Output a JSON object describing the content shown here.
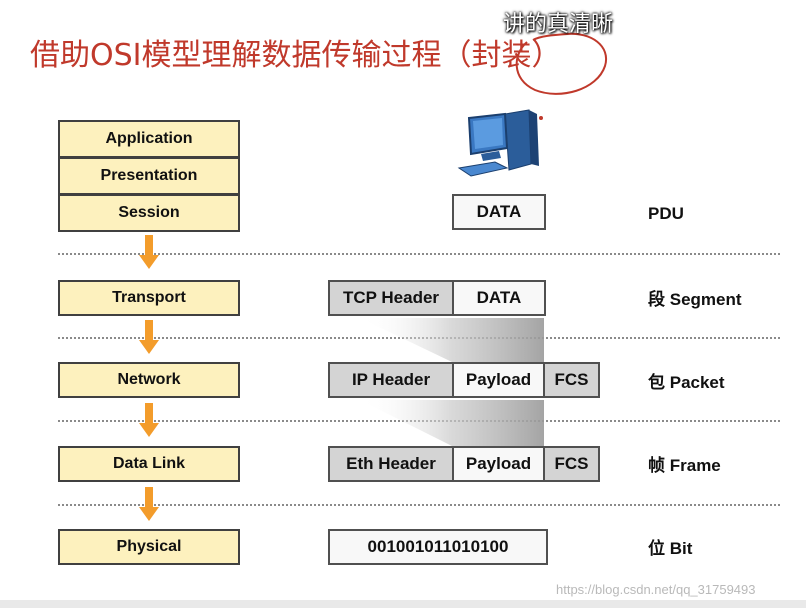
{
  "title": "借助OSI模型理解数据传输过程（封装）",
  "subtitle_top": "",
  "subtitle": "讲的真清晰",
  "layers": [
    {
      "label": "Application"
    },
    {
      "label": "Presentation"
    },
    {
      "label": "Session"
    },
    {
      "label": "Transport"
    },
    {
      "label": "Network"
    },
    {
      "label": "Data Link"
    },
    {
      "label": "Physical"
    }
  ],
  "units": {
    "session": {
      "data": "DATA",
      "label": "PDU"
    },
    "transport": {
      "header": "TCP Header",
      "data": "DATA",
      "label_cn": "段",
      "label_en": "Segment"
    },
    "network": {
      "header": "IP Header",
      "payload": "Payload",
      "fcs": "FCS",
      "label_cn": "包",
      "label_en": "Packet"
    },
    "datalink": {
      "header": "Eth Header",
      "payload": "Payload",
      "fcs": "FCS",
      "label_cn": "帧",
      "label_en": "Frame"
    },
    "physical": {
      "bits": "001001011010100",
      "label_cn": "位",
      "label_en": "Bit"
    }
  },
  "watermark": "https://blog.csdn.net/qq_31759493",
  "colors": {
    "title": "#c0392b",
    "layer_fill": "#fdf1be",
    "arrow": "#f39c2b",
    "header_fill": "#d4d4d4",
    "annotation": "#c0392b"
  },
  "icons": {
    "computer": "computer-icon",
    "arrow": "down-arrow-icon"
  }
}
